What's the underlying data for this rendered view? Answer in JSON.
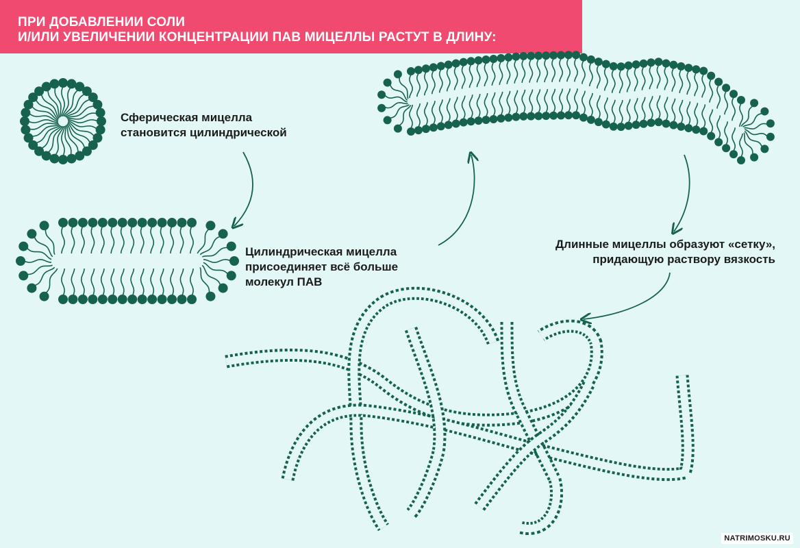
{
  "header": {
    "line1": "ПРИ ДОБАВЛЕНИИ СОЛИ",
    "line2": "И/ИЛИ УВЕЛИЧЕНИИ КОНЦЕНТРАЦИИ ПАВ МИЦЕЛЛЫ РАСТУТ В ДЛИНУ:"
  },
  "labels": {
    "sphere": {
      "line1": "Сферическая мицелла",
      "line2": "становится цилиндрической"
    },
    "cylinder": {
      "line1": "Цилиндрическая мицелла",
      "line2": "присоединяет всё больше",
      "line3": "молекул ПАВ"
    },
    "network": {
      "line1": "Длинные мицеллы образуют «сетку»,",
      "line2": "придающую раствору вязкость"
    }
  },
  "watermark": "NATRIMOSKU.RU",
  "colors": {
    "background": "#e3f8f6",
    "banner": "#f04a70",
    "micelle": "#17624e",
    "text": "#1b1b1b"
  }
}
